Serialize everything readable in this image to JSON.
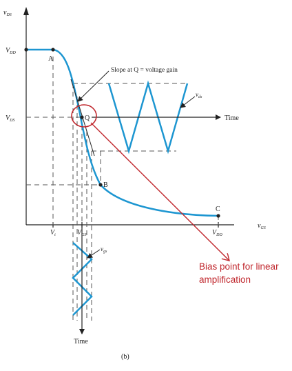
{
  "colors": {
    "curve": "#1d96d1",
    "annotation": "#c0272d",
    "axis": "#222222",
    "dashed": "#555555"
  },
  "labels": {
    "y_axis": "v",
    "y_axis_sub": "DS",
    "x_axis": "v",
    "x_axis_sub": "GS",
    "vdd_y": "V",
    "vdd_y_sub": "DD",
    "vds_y": "V",
    "vds_y_sub": "DS",
    "vt": "V",
    "vt_sub": "t",
    "vgs_x": "V",
    "vgs_x_sub": "GS",
    "vdd_x": "V",
    "vdd_x_sub": "DD",
    "point_a": "A",
    "point_b": "B",
    "point_c": "C",
    "point_q": "Q",
    "slope_note": "Slope at Q = voltage gain",
    "vds_signal": "v",
    "vds_signal_sub": "ds",
    "vgs_signal": "v",
    "vgs_signal_sub": "gs",
    "time_right": "Time",
    "time_bottom": "Time",
    "bias_line1": "Bias point for linear",
    "bias_line2": "amplification",
    "caption": "(b)"
  }
}
